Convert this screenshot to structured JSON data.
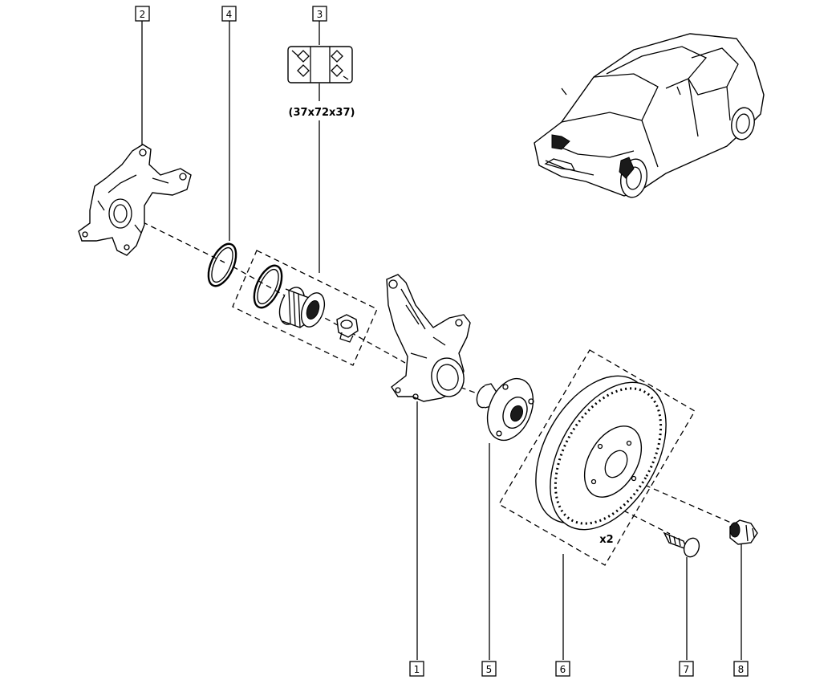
{
  "callouts": [
    {
      "id": "2",
      "text": "2"
    },
    {
      "id": "4",
      "text": "4"
    },
    {
      "id": "3",
      "text": "3"
    },
    {
      "id": "1",
      "text": "1"
    },
    {
      "id": "5",
      "text": "5"
    },
    {
      "id": "6",
      "text": "6"
    },
    {
      "id": "7",
      "text": "7"
    },
    {
      "id": "8",
      "text": "8"
    }
  ],
  "bearing_size": "(37x72x37)",
  "quantity_note": "x2"
}
